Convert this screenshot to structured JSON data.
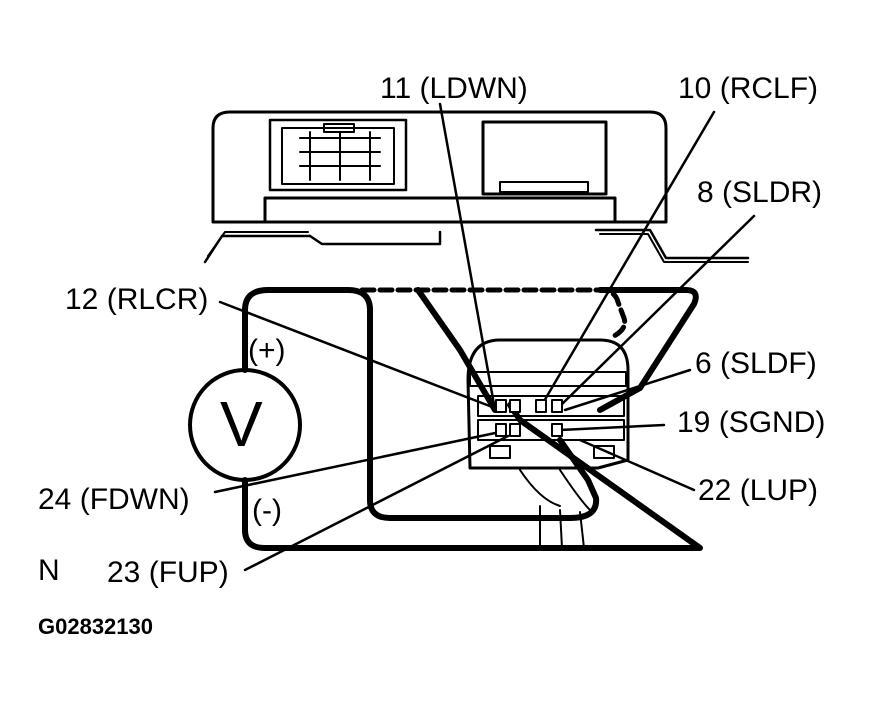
{
  "pins": {
    "ldwn": "11 (LDWN)",
    "rclf": "10 (RCLF)",
    "sldr": "8 (SLDR)",
    "rlcr": "12 (RLCR)",
    "sldf": "6 (SLDF)",
    "sgnd": "19 (SGND)",
    "fdwn": "24 (FDWN)",
    "lup": "22 (LUP)",
    "fup": "23 (FUP)"
  },
  "meter": {
    "symbol": "V",
    "plus": "(+)",
    "minus": "(-)"
  },
  "marker": "N",
  "figure_code": "G02832130"
}
